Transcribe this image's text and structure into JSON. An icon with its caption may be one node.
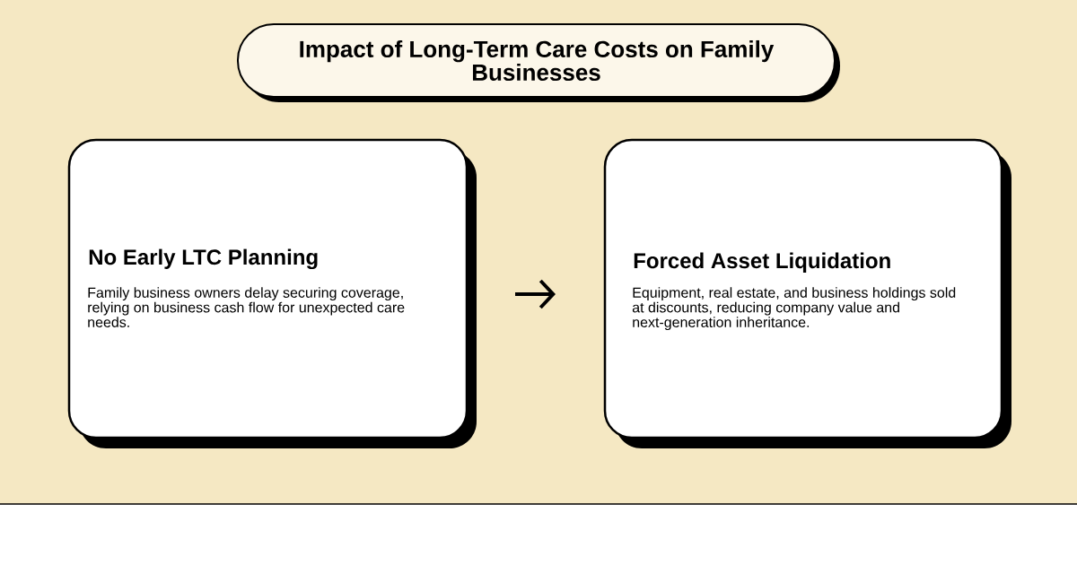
{
  "diagram": {
    "title": "Impact of Long-Term Care Costs on Family Businesses",
    "nodes": [
      {
        "text": [
          "No Early LTC Planning",
          "Family business owners delay securing coverage, relying on business cash flow for unexpected care needs."
        ]
      },
      {
        "text": [
          "Forced Asset Liquidation",
          "Equipment, real estate, and business holdings sold at discounts, reducing company value and next-generation inheritance."
        ]
      }
    ],
    "edges": [
      {
        "from": 0,
        "to": 1,
        "arrow": "to"
      }
    ]
  }
}
